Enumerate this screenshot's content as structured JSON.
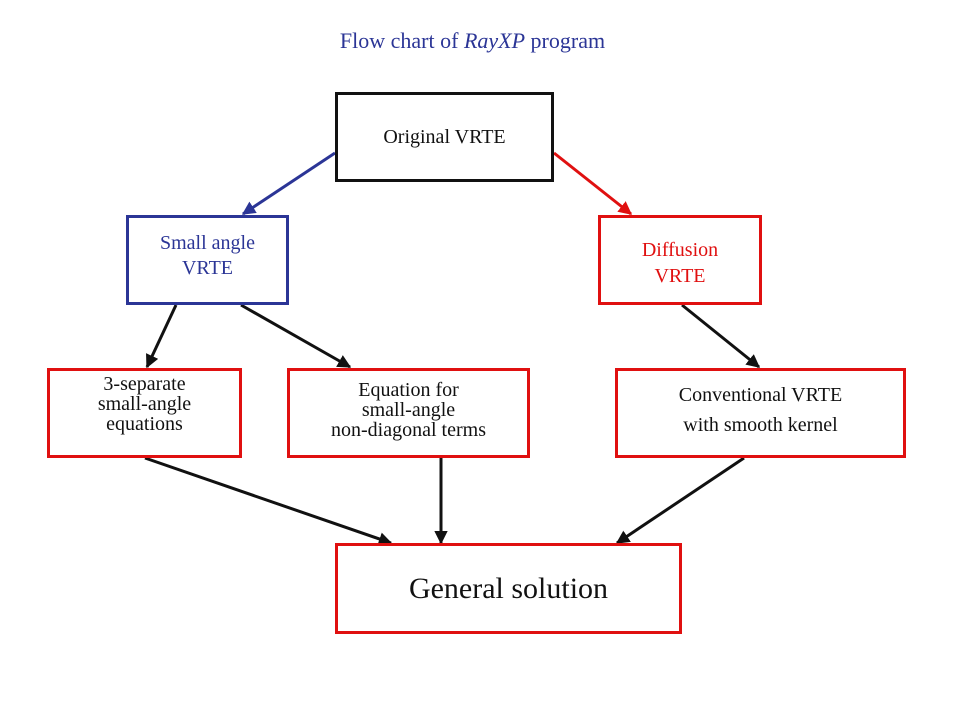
{
  "title": {
    "prefix": "Flow chart of ",
    "program": "RayXP",
    "suffix": " program"
  },
  "colors": {
    "title": "#2b3596",
    "small_angle_branch": "#2b3596",
    "diffusion_branch": "#e01010",
    "box_border_red": "#e01010",
    "arrow_black": "#111111"
  },
  "nodes": {
    "original": {
      "label": "Original VRTE"
    },
    "small_angle": {
      "line1": "Small angle",
      "line2": "VRTE"
    },
    "diffusion": {
      "line1": "Diffusion",
      "line2": "VRTE"
    },
    "separate": {
      "line1": "3-separate",
      "line2": "small-angle",
      "line3": "equations"
    },
    "nondiag": {
      "line1": "Equation for",
      "line2": "small-angle",
      "line3": "non-diagonal terms"
    },
    "conventional": {
      "line1": "Conventional VRTE",
      "line2": "with smooth kernel"
    },
    "general": {
      "label": "General solution"
    }
  },
  "edges": [
    {
      "from": "original",
      "to": "small_angle",
      "color": "blue"
    },
    {
      "from": "original",
      "to": "diffusion",
      "color": "red"
    },
    {
      "from": "small_angle",
      "to": "separate",
      "color": "black"
    },
    {
      "from": "small_angle",
      "to": "nondiag",
      "color": "black"
    },
    {
      "from": "diffusion",
      "to": "conventional",
      "color": "black"
    },
    {
      "from": "separate",
      "to": "general",
      "color": "black"
    },
    {
      "from": "nondiag",
      "to": "general",
      "color": "black"
    },
    {
      "from": "conventional",
      "to": "general",
      "color": "black"
    }
  ]
}
